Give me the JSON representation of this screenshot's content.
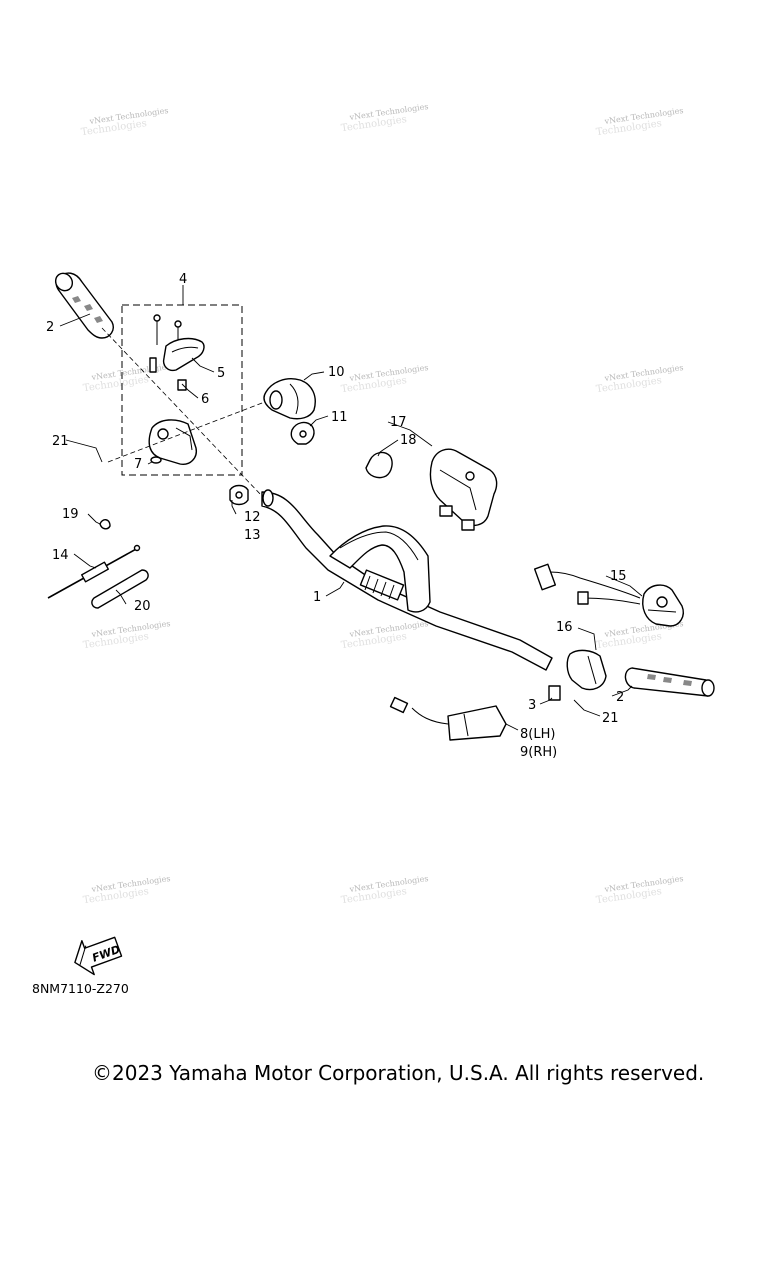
{
  "watermark": {
    "line1": "vNext Technologies",
    "line2": "Technologies"
  },
  "callouts": [
    {
      "id": "c2a",
      "text": "2"
    },
    {
      "id": "c4",
      "text": "4"
    },
    {
      "id": "c5",
      "text": "5"
    },
    {
      "id": "c6",
      "text": "6"
    },
    {
      "id": "c7",
      "text": "7"
    },
    {
      "id": "c10",
      "text": "10"
    },
    {
      "id": "c11",
      "text": "11"
    },
    {
      "id": "c12",
      "text": "12"
    },
    {
      "id": "c13",
      "text": "13"
    },
    {
      "id": "c14",
      "text": "14"
    },
    {
      "id": "c15",
      "text": "15"
    },
    {
      "id": "c16",
      "text": "16"
    },
    {
      "id": "c17",
      "text": "17"
    },
    {
      "id": "c18",
      "text": "18"
    },
    {
      "id": "c19",
      "text": "19"
    },
    {
      "id": "c20",
      "text": "20"
    },
    {
      "id": "c21a",
      "text": "21"
    },
    {
      "id": "c1",
      "text": "1"
    },
    {
      "id": "c3",
      "text": "3"
    },
    {
      "id": "c2b",
      "text": "2"
    },
    {
      "id": "c21b",
      "text": "21"
    },
    {
      "id": "c8",
      "text": "8(LH)"
    },
    {
      "id": "c9",
      "text": "9(RH)"
    }
  ],
  "fwd_label": "FWD",
  "diagram_code": "8NM7110-Z270",
  "copyright": "©2023 Yamaha Motor Corporation, U.S.A. All rights reserved."
}
